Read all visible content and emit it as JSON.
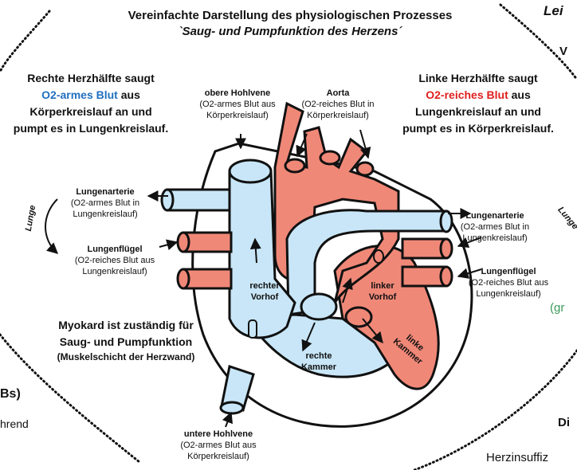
{
  "title": {
    "line1": "Vereinfachte Darstellung des physiologischen Prozesses",
    "line2": "`Saug- und Pumpfunktion des Herzens´"
  },
  "right_half": {
    "line1": "Rechte Herzhälfte saugt",
    "highlight": "O2-armes Blut",
    "after_highlight": " aus",
    "line3": "Körperkreislauf an und",
    "line4": "pumpt es in Lungenkreislauf."
  },
  "left_half": {
    "line1": "Linke Herzhälfte saugt",
    "highlight": "O2-reiches Blut",
    "after_highlight": " aus",
    "line3": "Lungenkreislauf an und",
    "line4": "pumpt es in Körperkreislauf."
  },
  "labels": {
    "sup_vena_cava": {
      "name": "obere Hohlvene",
      "desc1": "(O2-armes Blut aus",
      "desc2": "Körperkreislauf)"
    },
    "aorta": {
      "name": "Aorta",
      "desc1": "(O2-reiches Blut in",
      "desc2": "Körperkreislauf)"
    },
    "pulm_artery_left": {
      "name": "Lungenarterie",
      "desc1": "(O2-armes Blut in",
      "desc2": "Lungenkreislauf)"
    },
    "lung_left": {
      "name": "Lungenflügel",
      "desc1": "(O2-reiches Blut aus",
      "desc2": "Lungenkreislauf)"
    },
    "pulm_artery_right": {
      "name": "Lungenarterie",
      "desc1": "(O2-armes Blut in",
      "desc2": "Lungenkreislauf)"
    },
    "lung_right": {
      "name": "Lungenflügel",
      "desc1": "(O2-reiches Blut aus",
      "desc2": "Lungenkreislauf)"
    },
    "inf_vena_cava": {
      "name": "untere Hohlvene",
      "desc1": "(O2-armes Blut aus",
      "desc2": "Körperkreislauf)"
    },
    "lunge_left": "Lunge",
    "lunge_right": "Lunge",
    "right_atrium": {
      "l1": "rechter",
      "l2": "Vorhof"
    },
    "left_atrium": {
      "l1": "linker",
      "l2": "Vorhof"
    },
    "right_ventricle": {
      "l1": "rechte",
      "l2": "Kammer"
    },
    "left_ventricle": {
      "l1": "linke",
      "l2": "Kammer"
    }
  },
  "myokard": {
    "line1": "Myokard ist zuständig für",
    "line2": "Saug- und Pumpfunktion",
    "line3": "(Muskelschicht der Herzwand)"
  },
  "edge_text": {
    "top_right_italic": "Lei",
    "top_right_bold": "V",
    "left_bs": "Bs)",
    "left_hrend": "hrend",
    "right_gr": "(gr",
    "right_di": "Di",
    "bottom_right": "Herzinsuffiz"
  },
  "colors": {
    "o2_poor": "#c8e6f7",
    "o2_rich": "#f08878",
    "blue_text": "#1f6fbf",
    "red_text": "#e02020",
    "green_text": "#3a9a5a"
  }
}
